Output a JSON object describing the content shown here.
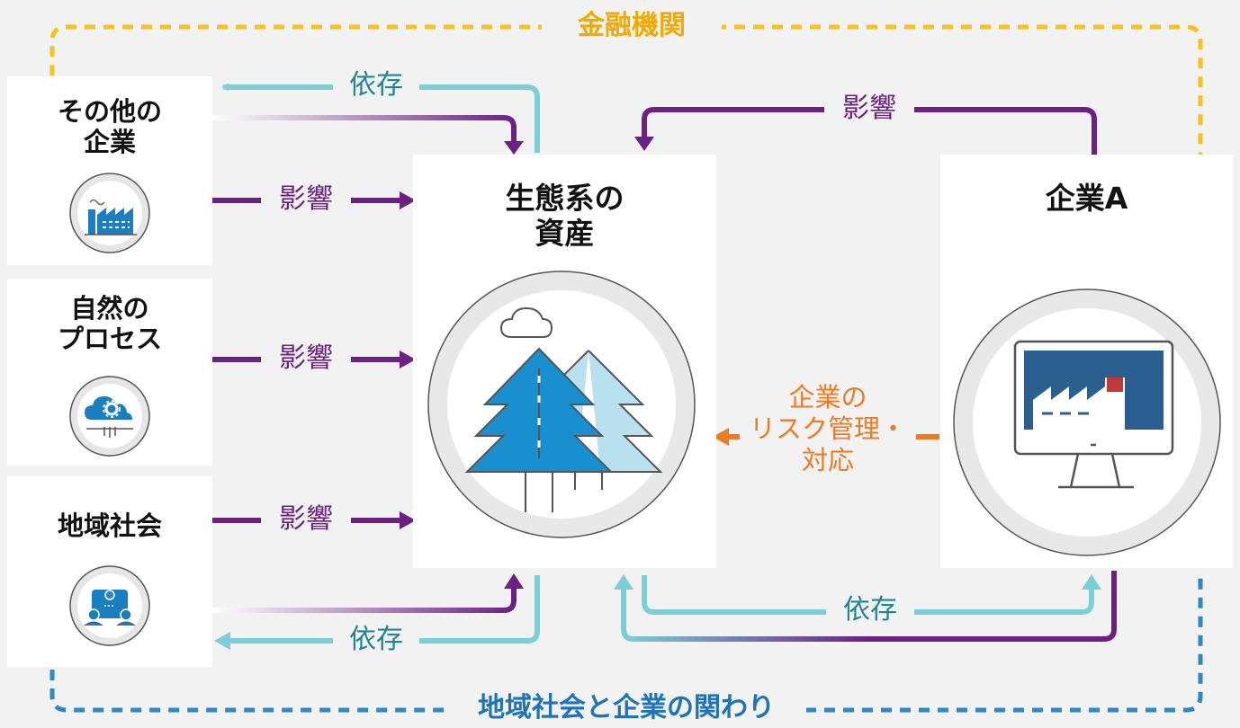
{
  "frames": {
    "financial": {
      "label": "金融機関",
      "color": "#f7c11e"
    },
    "community": {
      "label": "地域社会と企業の関わり",
      "color": "#2e87c8"
    }
  },
  "left_entities": [
    {
      "id": "other-companies",
      "title": "その他の\n企業",
      "icon": "factory-icon"
    },
    {
      "id": "natural-processes",
      "title": "自然の\nプロセス",
      "icon": "cloud-gear-icon"
    },
    {
      "id": "local-community",
      "title": "地域社会",
      "icon": "community-icon"
    }
  ],
  "center": {
    "title": "生態系の\n資産",
    "icon": "forest-icon"
  },
  "right": {
    "title": "企業A",
    "icon": "monitor-factory-icon"
  },
  "arrows": {
    "impact_label": "影響",
    "dependency_label": "依存",
    "risk_label": "企業の\nリスク管理・\n対応"
  },
  "colors": {
    "impact": "#6b2182",
    "dependency": "#7ccfd6",
    "risk": "#ef7a22",
    "icon_blue": "#1a7fc1",
    "icon_light": "#b9e0ef",
    "screen_blue": "#2a5f8f",
    "chimney_red": "#c0393b"
  }
}
